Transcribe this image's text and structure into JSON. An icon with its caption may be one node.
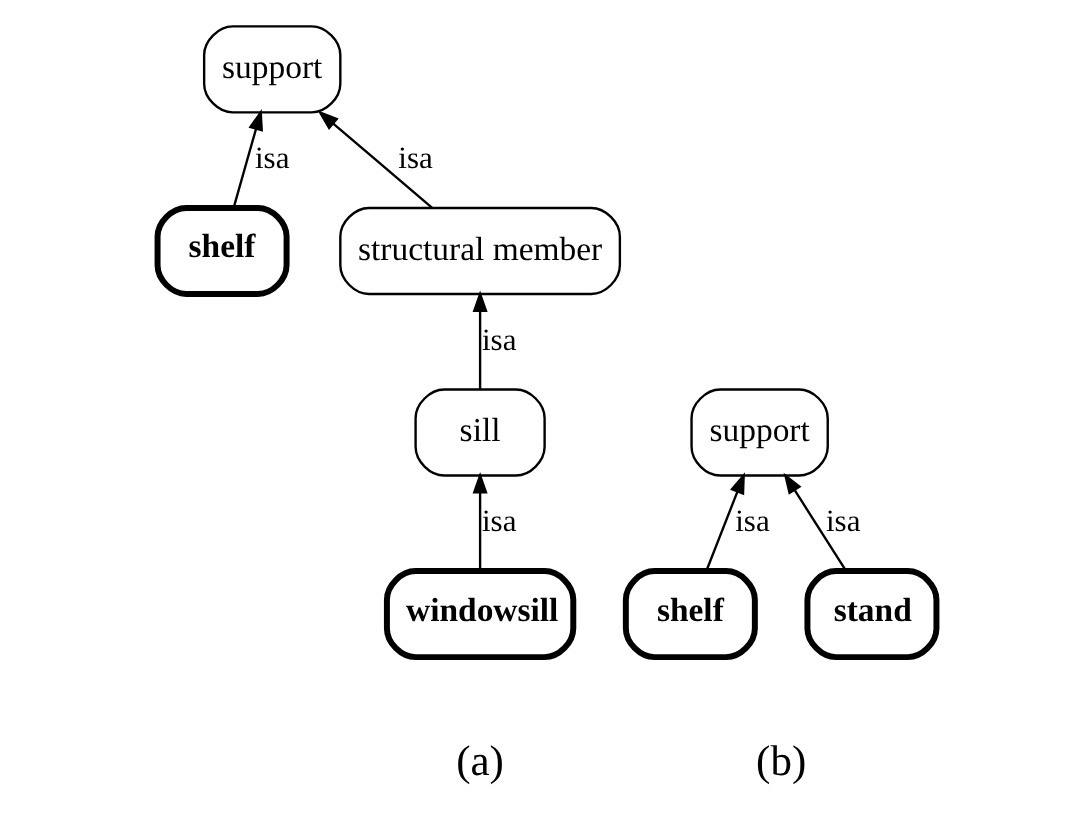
{
  "diagram": {
    "nodes": [
      {
        "text": [
          "support"
        ]
      },
      {
        "text": [
          "shelf"
        ]
      },
      {
        "text": [
          "structural member"
        ]
      },
      {
        "text": [
          "sill"
        ]
      },
      {
        "text": [
          "windowsill"
        ]
      },
      {
        "text": [
          "support"
        ]
      },
      {
        "text": [
          "shelf"
        ]
      },
      {
        "text": [
          "stand"
        ]
      }
    ],
    "edges": [
      {
        "from": 1,
        "to": 0,
        "arrow": "to",
        "label": "isa"
      },
      {
        "from": 2,
        "to": 0,
        "arrow": "to",
        "label": "isa"
      },
      {
        "from": 3,
        "to": 2,
        "arrow": "to",
        "label": "isa"
      },
      {
        "from": 4,
        "to": 3,
        "arrow": "to",
        "label": "isa"
      },
      {
        "from": 6,
        "to": 5,
        "arrow": "to",
        "label": "isa"
      },
      {
        "from": 7,
        "to": 5,
        "arrow": "to",
        "label": "isa"
      }
    ],
    "labels": [
      "(a)",
      "(b)"
    ]
  }
}
